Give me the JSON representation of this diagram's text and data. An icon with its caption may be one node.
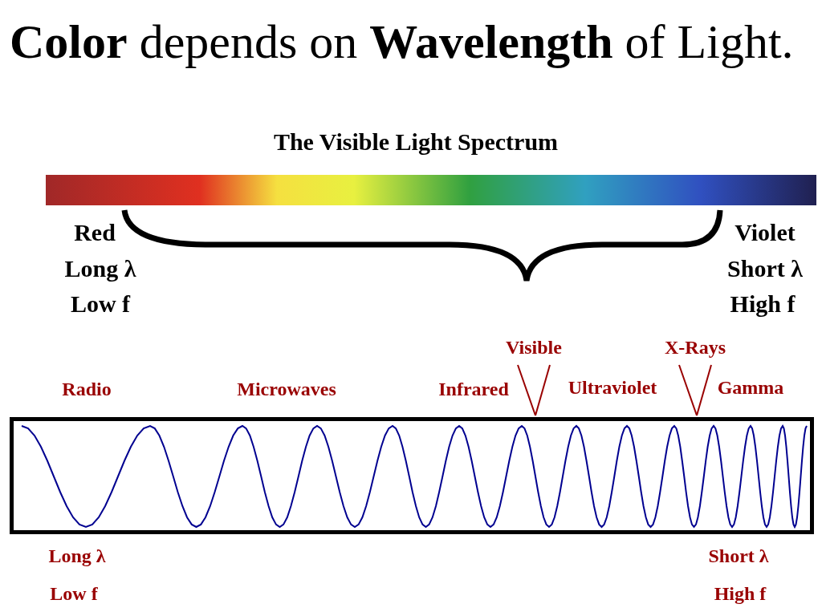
{
  "diagram": {
    "title": "**Color** depends on **Wavelength** of Light.",
    "nodes": [
      {
        "text": [],
        "shape": "bar"
      },
      {
        "text": [
          "Visible"
        ]
      },
      {
        "text": [
          "X-Rays"
        ]
      },
      {
        "text": [],
        "shape": "box"
      }
    ],
    "edges": [
      {
        "from": 1,
        "to": 3,
        "arrow": "none"
      },
      {
        "from": 1,
        "to": 3,
        "arrow": "none"
      },
      {
        "from": 2,
        "to": 3,
        "arrow": "none"
      },
      {
        "from": 2,
        "to": 3,
        "arrow": "none"
      }
    ],
    "labels": [
      "The Visible Light Spectrum",
      "Red",
      "Long λ",
      "Low f",
      "Violet",
      "Short λ",
      "High f",
      "Radio",
      "Microwaves",
      "Infrared",
      "Ultraviolet",
      "Gamma",
      "Long λ",
      "Low f",
      "Short λ",
      "High f"
    ]
  }
}
